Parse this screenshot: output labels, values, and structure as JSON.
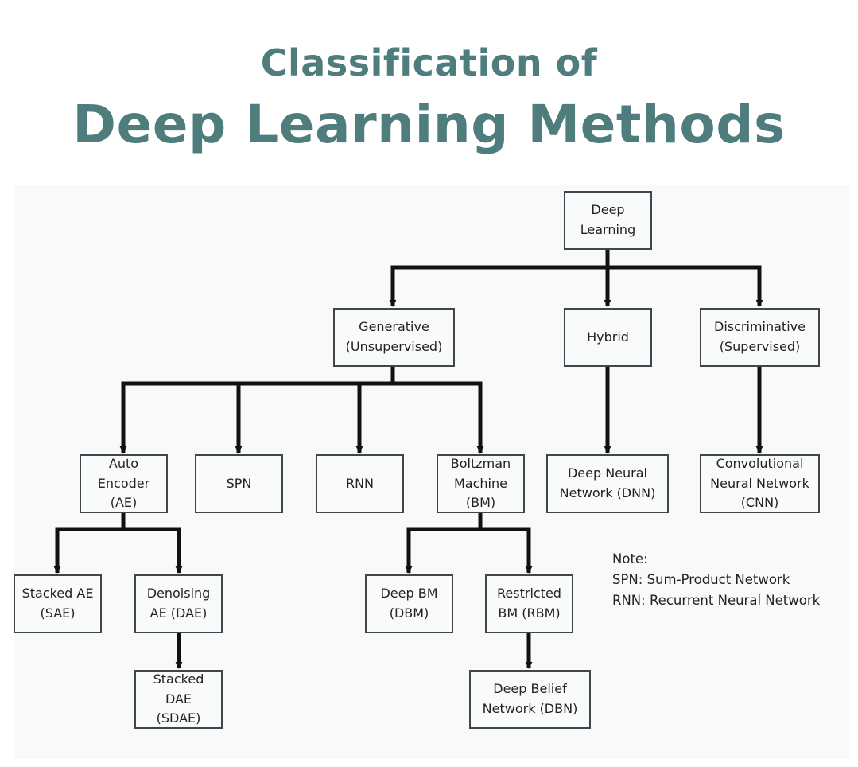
{
  "title": {
    "line1": "Classification of",
    "line2": "Deep Learning Methods"
  },
  "nodes": {
    "deep_learning": "Deep\nLearning",
    "generative": "Generative\n(Unsupervised)",
    "hybrid": "Hybrid",
    "discriminative": "Discriminative\n(Supervised)",
    "auto_encoder": "Auto\nEncoder\n(AE)",
    "spn": "SPN",
    "rnn": "RNN",
    "boltzman_machine": "Boltzman\nMachine\n(BM)",
    "dnn": "Deep Neural\nNetwork (DNN)",
    "cnn": "Convolutional\nNeural Network\n(CNN)",
    "stacked_ae": "Stacked AE\n(SAE)",
    "denoising_ae": "Denoising\nAE (DAE)",
    "stacked_dae": "Stacked\nDAE\n(SDAE)",
    "deep_bm": "Deep BM\n(DBM)",
    "restricted_bm": "Restricted\nBM (RBM)",
    "dbn": "Deep Belief\nNetwork (DBN)"
  },
  "note": {
    "heading": "Note:",
    "spn": "SPN: Sum-Product Network",
    "rnn": "RNN: Recurrent Neural Network"
  },
  "colors": {
    "title": "#4f7d7d",
    "box_border": "#3e4650",
    "connector": "#111111"
  }
}
